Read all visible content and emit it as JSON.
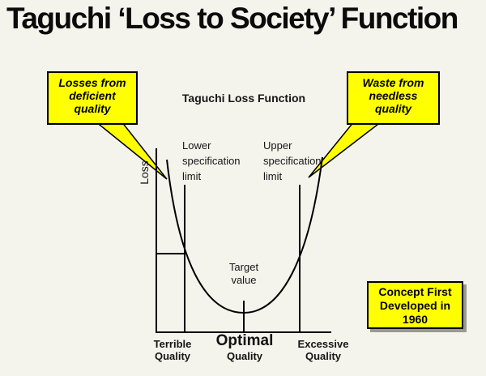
{
  "slide": {
    "title": "Taguchi ‘Loss to Society’ Function"
  },
  "callouts": {
    "left": {
      "text": "Losses from\ndeficient\nquality"
    },
    "right": {
      "text": "Waste from\nneedless\nquality"
    }
  },
  "concept_box": {
    "text": "Concept First\nDeveloped in\n1960"
  },
  "chart": {
    "title": "Taguchi Loss Function",
    "y_axis_label": "Loss",
    "lower_spec_label": "Lower\nspecification\nlimit",
    "upper_spec_label": "Upper\nspecification\nlimit",
    "target_label": "Target\nvalue",
    "x_labels": {
      "terrible": "Terrible\nQuality",
      "optimal": "Optimal",
      "optimal_sub": "Quality",
      "excessive": "Excessive\nQuality"
    }
  },
  "colors": {
    "background": "#f4f3ec",
    "callout_fill": "#ffff00",
    "line": "#000000",
    "shadow": "#9a9a92"
  }
}
